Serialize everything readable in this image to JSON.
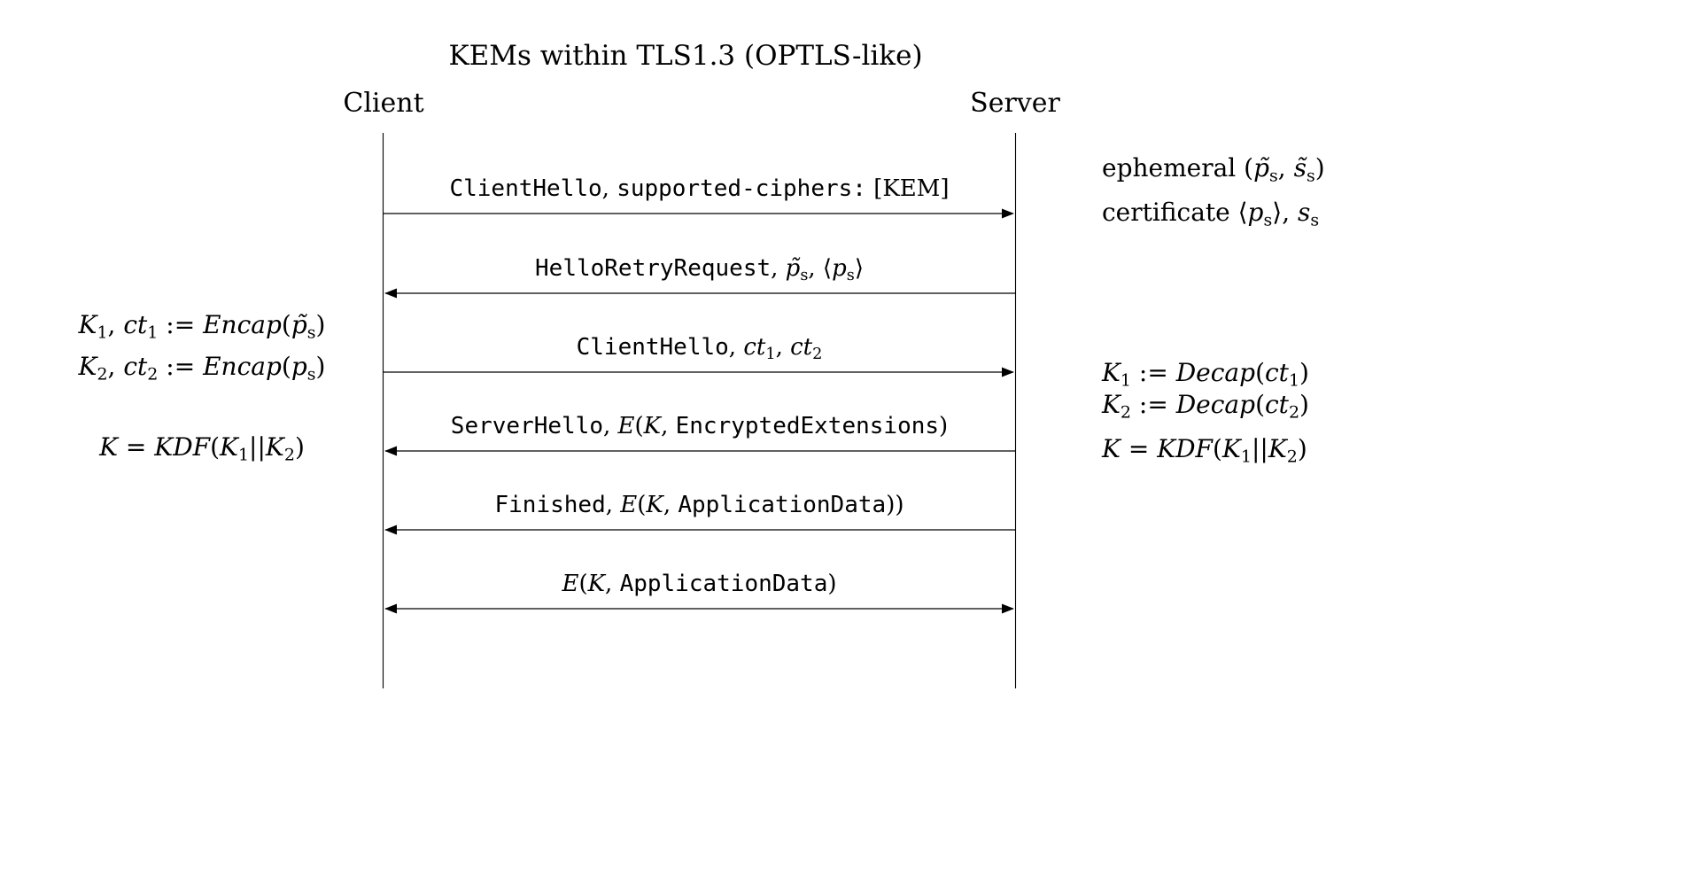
{
  "title": "KEMs within TLS1.3 (OPTLS-like)",
  "actors": {
    "client": "Client",
    "server": "Server"
  },
  "colors": {
    "ink": "#000000",
    "background": "#ffffff"
  },
  "messages": [
    {
      "id": 1,
      "direction": "client-to-server",
      "segments": [
        {
          "t": "ClientHello",
          "c": "mono"
        },
        {
          "t": ", ",
          "c": "rm"
        },
        {
          "t": "supported-ciphers:",
          "c": "mono"
        },
        {
          "t": " [KEM]",
          "c": "rm"
        }
      ]
    },
    {
      "id": 2,
      "direction": "server-to-client",
      "segments": [
        {
          "t": "HelloRetryRequest",
          "c": "mono"
        },
        {
          "t": ", ",
          "c": "rm"
        },
        {
          "t": "p̃",
          "c": "it"
        },
        {
          "t": "s",
          "c": "rm",
          "sub": true
        },
        {
          "t": ", ⟨",
          "c": "rm"
        },
        {
          "t": "p",
          "c": "it"
        },
        {
          "t": "s",
          "c": "rm",
          "sub": true
        },
        {
          "t": "⟩",
          "c": "rm"
        }
      ]
    },
    {
      "id": 3,
      "direction": "client-to-server",
      "segments": [
        {
          "t": "ClientHello",
          "c": "mono"
        },
        {
          "t": ", ",
          "c": "rm"
        },
        {
          "t": "ct",
          "c": "it"
        },
        {
          "t": "1",
          "c": "rm",
          "sub": true
        },
        {
          "t": ", ",
          "c": "rm"
        },
        {
          "t": "ct",
          "c": "it"
        },
        {
          "t": "2",
          "c": "rm",
          "sub": true
        }
      ]
    },
    {
      "id": 4,
      "direction": "server-to-client",
      "segments": [
        {
          "t": "ServerHello",
          "c": "mono"
        },
        {
          "t": ", ",
          "c": "rm"
        },
        {
          "t": "E",
          "c": "it"
        },
        {
          "t": "(",
          "c": "rm"
        },
        {
          "t": "K",
          "c": "it"
        },
        {
          "t": ", ",
          "c": "rm"
        },
        {
          "t": "EncryptedExtensions",
          "c": "mono"
        },
        {
          "t": ")",
          "c": "rm"
        }
      ]
    },
    {
      "id": 5,
      "direction": "server-to-client",
      "segments": [
        {
          "t": "Finished",
          "c": "mono"
        },
        {
          "t": ", ",
          "c": "rm"
        },
        {
          "t": "E",
          "c": "it"
        },
        {
          "t": "(",
          "c": "rm"
        },
        {
          "t": "K",
          "c": "it"
        },
        {
          "t": ", ",
          "c": "rm"
        },
        {
          "t": "ApplicationData",
          "c": "mono"
        },
        {
          "t": "))",
          "c": "rm"
        }
      ]
    },
    {
      "id": 6,
      "direction": "bidirectional",
      "segments": [
        {
          "t": "E",
          "c": "it"
        },
        {
          "t": "(",
          "c": "rm"
        },
        {
          "t": "K",
          "c": "it"
        },
        {
          "t": ", ",
          "c": "rm"
        },
        {
          "t": "ApplicationData",
          "c": "mono"
        },
        {
          "t": ")",
          "c": "rm"
        }
      ]
    }
  ],
  "annotations": {
    "client_side": [
      {
        "segments": [
          {
            "t": "K",
            "c": "it"
          },
          {
            "t": "1",
            "c": "rm",
            "sub": true
          },
          {
            "t": ", ",
            "c": "rm"
          },
          {
            "t": "ct",
            "c": "it"
          },
          {
            "t": "1",
            "c": "rm",
            "sub": true
          },
          {
            "t": " := ",
            "c": "rm"
          },
          {
            "t": "Encap",
            "c": "it"
          },
          {
            "t": "(",
            "c": "rm"
          },
          {
            "t": "p̃",
            "c": "it"
          },
          {
            "t": "s",
            "c": "rm",
            "sub": true
          },
          {
            "t": ")",
            "c": "rm"
          }
        ]
      },
      {
        "segments": [
          {
            "t": "K",
            "c": "it"
          },
          {
            "t": "2",
            "c": "rm",
            "sub": true
          },
          {
            "t": ", ",
            "c": "rm"
          },
          {
            "t": "ct",
            "c": "it"
          },
          {
            "t": "2",
            "c": "rm",
            "sub": true
          },
          {
            "t": " := ",
            "c": "rm"
          },
          {
            "t": "Encap",
            "c": "it"
          },
          {
            "t": "(",
            "c": "rm"
          },
          {
            "t": "p",
            "c": "it"
          },
          {
            "t": "s",
            "c": "rm",
            "sub": true
          },
          {
            "t": ")",
            "c": "rm"
          }
        ]
      },
      {
        "segments": [
          {
            "t": "K",
            "c": "it"
          },
          {
            "t": " = ",
            "c": "rm"
          },
          {
            "t": "KDF",
            "c": "it"
          },
          {
            "t": "(",
            "c": "rm"
          },
          {
            "t": "K",
            "c": "it"
          },
          {
            "t": "1",
            "c": "rm",
            "sub": true
          },
          {
            "t": "||",
            "c": "rm"
          },
          {
            "t": "K",
            "c": "it"
          },
          {
            "t": "2",
            "c": "rm",
            "sub": true
          },
          {
            "t": ")",
            "c": "rm"
          }
        ]
      }
    ],
    "server_side": [
      {
        "segments": [
          {
            "t": "ephemeral (",
            "c": "rm"
          },
          {
            "t": "p̃",
            "c": "it"
          },
          {
            "t": "s",
            "c": "rm",
            "sub": true
          },
          {
            "t": ", ",
            "c": "rm"
          },
          {
            "t": "s̃",
            "c": "it"
          },
          {
            "t": "s",
            "c": "rm",
            "sub": true
          },
          {
            "t": ")",
            "c": "rm"
          }
        ]
      },
      {
        "segments": [
          {
            "t": "certificate ⟨",
            "c": "rm"
          },
          {
            "t": "p",
            "c": "it"
          },
          {
            "t": "s",
            "c": "rm",
            "sub": true
          },
          {
            "t": "⟩, ",
            "c": "rm"
          },
          {
            "t": "s",
            "c": "it"
          },
          {
            "t": "s",
            "c": "rm",
            "sub": true
          }
        ]
      },
      {
        "segments": [
          {
            "t": "K",
            "c": "it"
          },
          {
            "t": "1",
            "c": "rm",
            "sub": true
          },
          {
            "t": " := ",
            "c": "rm"
          },
          {
            "t": "Decap",
            "c": "it"
          },
          {
            "t": "(",
            "c": "rm"
          },
          {
            "t": "ct",
            "c": "it"
          },
          {
            "t": "1",
            "c": "rm",
            "sub": true
          },
          {
            "t": ")",
            "c": "rm"
          }
        ]
      },
      {
        "segments": [
          {
            "t": "K",
            "c": "it"
          },
          {
            "t": "2",
            "c": "rm",
            "sub": true
          },
          {
            "t": " := ",
            "c": "rm"
          },
          {
            "t": "Decap",
            "c": "it"
          },
          {
            "t": "(",
            "c": "rm"
          },
          {
            "t": "ct",
            "c": "it"
          },
          {
            "t": "2",
            "c": "rm",
            "sub": true
          },
          {
            "t": ")",
            "c": "rm"
          }
        ]
      },
      {
        "segments": [
          {
            "t": "K",
            "c": "it"
          },
          {
            "t": " = ",
            "c": "rm"
          },
          {
            "t": "KDF",
            "c": "it"
          },
          {
            "t": "(",
            "c": "rm"
          },
          {
            "t": "K",
            "c": "it"
          },
          {
            "t": "1",
            "c": "rm",
            "sub": true
          },
          {
            "t": "||",
            "c": "rm"
          },
          {
            "t": "K",
            "c": "it"
          },
          {
            "t": "2",
            "c": "rm",
            "sub": true
          },
          {
            "t": ")",
            "c": "rm"
          }
        ]
      }
    ]
  }
}
